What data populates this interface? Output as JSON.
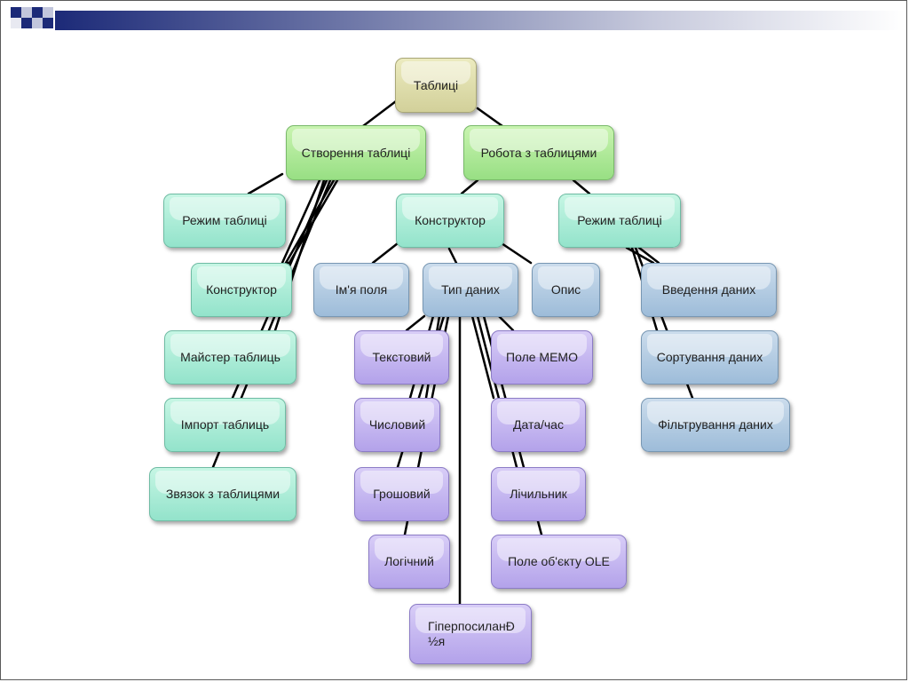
{
  "colors": {
    "root": "#dcdaa8",
    "green": "#a9e692",
    "aqua": "#a4e9d3",
    "blue": "#aec8e0",
    "purple": "#c1b2ef",
    "connector": "#000000"
  },
  "nodes": {
    "root": "Таблиці",
    "create": "Створення таблиці",
    "work": "Робота з таблицями",
    "create_table_mode": "Режим таблиці",
    "create_constructor": "Конструктор",
    "create_wizard": "Майстер таблиць",
    "create_import": "Імпорт таблиць",
    "create_link": "Звязок з таблицями",
    "work_constructor": "Конструктор",
    "work_table_mode": "Режим таблиці",
    "field_name": "Ім'я поля",
    "data_type": "Тип даних",
    "description": "Опис",
    "data_entry": "Введення даних",
    "sorting": "Сортування даних",
    "filtering": "Фільтрування даних",
    "type_text": "Текстовий",
    "type_number": "Числовий",
    "type_currency": "Грошовий",
    "type_logical": "Логічний",
    "type_memo": "Поле МЕМО",
    "type_datetime": "Дата/час",
    "type_counter": "Лічильник",
    "type_ole": "Поле об'єкту OLE",
    "type_hyperlink": "ГіперпосиланÐ ½я"
  }
}
